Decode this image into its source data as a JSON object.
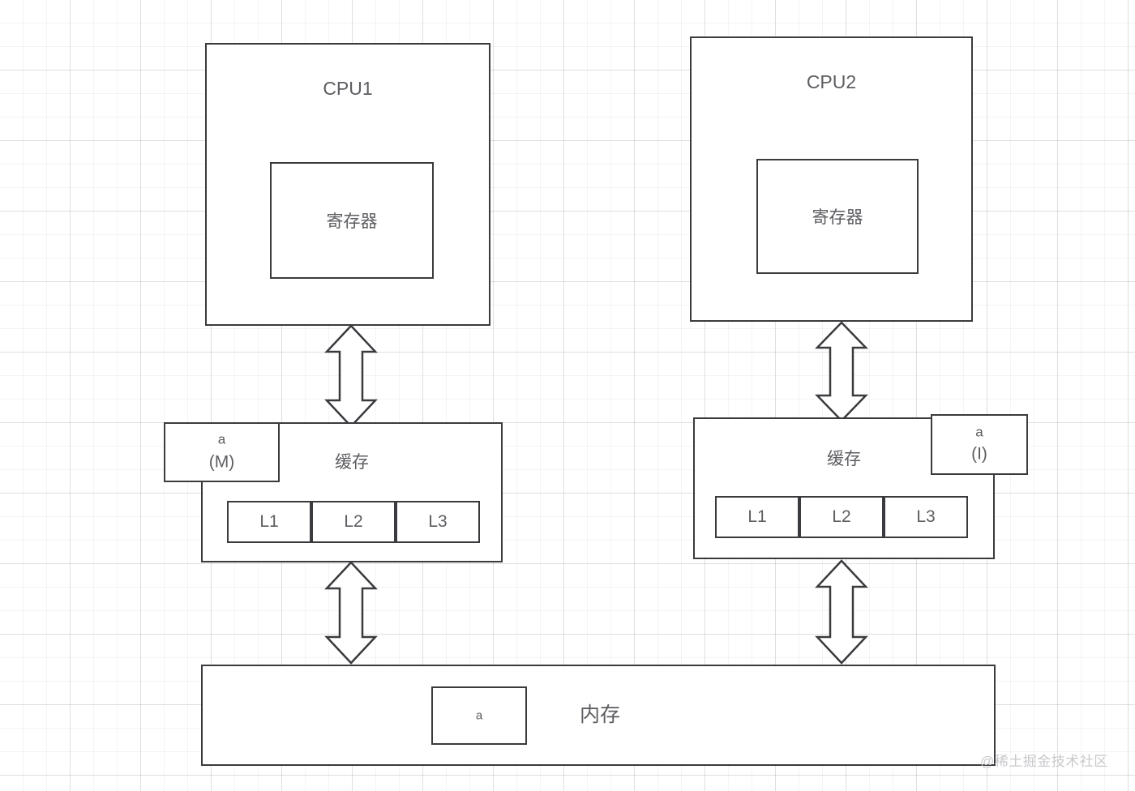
{
  "diagram": {
    "title_hidden": "CPU cache coherence (MESI) illustration",
    "colors": {
      "stroke": "#3b3b3f",
      "text": "#5d5d62",
      "background": "#ffffff",
      "grid_minor": "#f0f0f0",
      "grid_major": "#e4e4e4",
      "watermark": "#c9c9cd"
    },
    "cpus": [
      {
        "id": "cpu1",
        "title": "CPU1",
        "register_label": "寄存器",
        "cache_label": "缓存",
        "cache_levels": [
          "L1",
          "L2",
          "L3"
        ],
        "cacheline": {
          "name": "a",
          "state": "(M)"
        }
      },
      {
        "id": "cpu2",
        "title": "CPU2",
        "register_label": "寄存器",
        "cache_label": "缓存",
        "cache_levels": [
          "L1",
          "L2",
          "L3"
        ],
        "cacheline": {
          "name": "a",
          "state": "(I)"
        }
      }
    ],
    "memory": {
      "label": "内存",
      "variable": "a"
    },
    "connectors": [
      {
        "from": "cpu1",
        "to": "cache1",
        "style": "double-headed-arrow"
      },
      {
        "from": "cache1",
        "to": "memory",
        "style": "double-headed-arrow"
      },
      {
        "from": "cpu2",
        "to": "cache2",
        "style": "double-headed-arrow"
      },
      {
        "from": "cache2",
        "to": "memory",
        "style": "double-headed-arrow"
      }
    ],
    "watermark": "@稀土掘金技术社区"
  }
}
